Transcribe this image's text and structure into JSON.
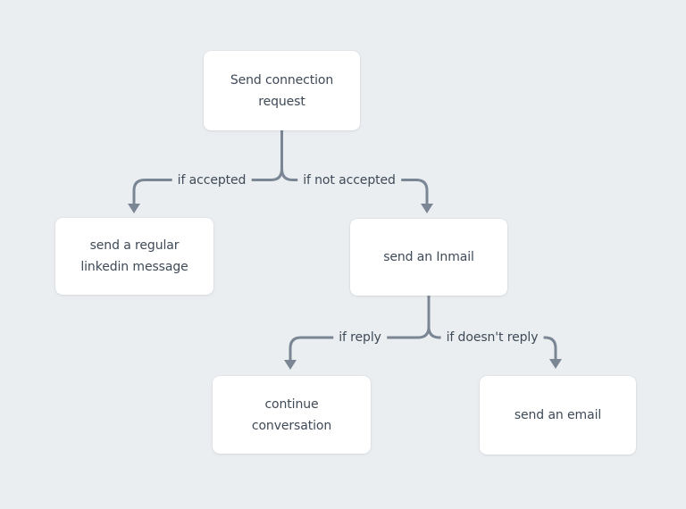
{
  "theme": {
    "background": "#ebeef1",
    "node_fill": "#ffffff",
    "node_text": "#3e4a57",
    "connector": "#7b8694",
    "edge_label_text": "#3e4a57"
  },
  "diagram": {
    "type": "flowchart",
    "nodes": [
      {
        "id": "send-connection-request",
        "label": "Send connection request"
      },
      {
        "id": "send-regular-linkedin-message",
        "label": "send a regular linkedin message"
      },
      {
        "id": "send-an-inmail",
        "label": "send an Inmail"
      },
      {
        "id": "continue-conversation",
        "label": "continue conversation"
      },
      {
        "id": "send-an-email",
        "label": "send an email"
      }
    ],
    "edges": [
      {
        "from": "send-connection-request",
        "to": "send-regular-linkedin-message",
        "label": "if accepted"
      },
      {
        "from": "send-connection-request",
        "to": "send-an-inmail",
        "label": "if not accepted"
      },
      {
        "from": "send-an-inmail",
        "to": "continue-conversation",
        "label": "if reply"
      },
      {
        "from": "send-an-inmail",
        "to": "send-an-email",
        "label": "if doesn't reply"
      }
    ]
  }
}
